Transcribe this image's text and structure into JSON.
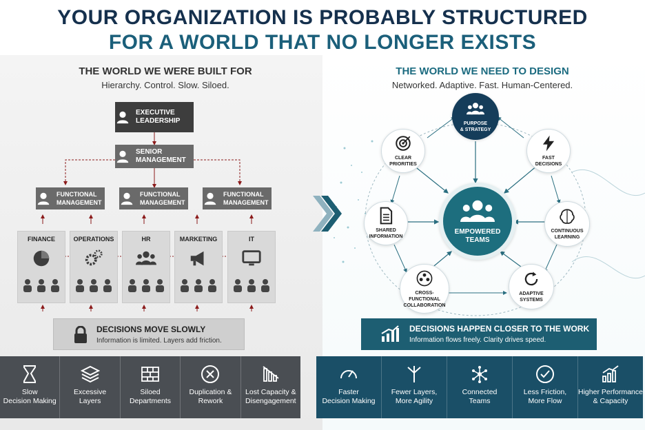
{
  "title": {
    "line1": "YOUR ORGANIZATION IS PROBABLY STRUCTURED",
    "line2": "FOR A WORLD THAT NO LONGER EXISTS"
  },
  "left": {
    "heading": "THE WORLD WE WERE BUILT FOR",
    "subheading": "Hierarchy. Control. Slow. Siloed.",
    "executive": "EXECUTIVE LEADERSHIP",
    "senior": "SENIOR MANAGEMENT",
    "functional": [
      "FUNCTIONAL MANAGEMENT",
      "FUNCTIONAL MANAGEMENT",
      "FUNCTIONAL MANAGEMENT"
    ],
    "departments": [
      "FINANCE",
      "OPERATIONS",
      "HR",
      "MARKETING",
      "IT"
    ],
    "callout_title": "DECISIONS MOVE SLOWLY",
    "callout_text": "Information is limited. Layers add friction.",
    "bottom": [
      "Slow\nDecision Making",
      "Excessive\nLayers",
      "Siloed\nDepartments",
      "Duplication &\nRework",
      "Lost Capacity &\nDisengagement"
    ]
  },
  "right": {
    "heading": "THE WORLD WE NEED TO DESIGN",
    "subheading": "Networked. Adaptive. Fast. Human-Centered.",
    "center": "EMPOWERED\nTEAMS",
    "nodes": {
      "purpose": "PURPOSE\n& STRATEGY",
      "clear": "CLEAR\nPRIORITIES",
      "fast": "FAST\nDECISIONS",
      "shared": "SHARED\nINFORMATION",
      "continuous": "CONTINUOUS\nLEARNING",
      "cross": "CROSS-FUNCTIONAL\nCOLLABORATION",
      "adaptive": "ADAPTIVE\nSYSTEMS"
    },
    "callout_title": "DECISIONS HAPPEN CLOSER TO THE WORK",
    "callout_text": "Information flows freely. Clarity drives speed.",
    "bottom": [
      "Faster\nDecision Making",
      "Fewer Layers,\nMore Agility",
      "Connected\nTeams",
      "Less Friction,\nMore Flow",
      "Higher Performance\n& Capacity"
    ]
  },
  "colors": {
    "navy": "#15304d",
    "teal": "#1b5f7a",
    "dark_gray": "#3d3d3d",
    "arrow_red": "#8b1a1a"
  }
}
